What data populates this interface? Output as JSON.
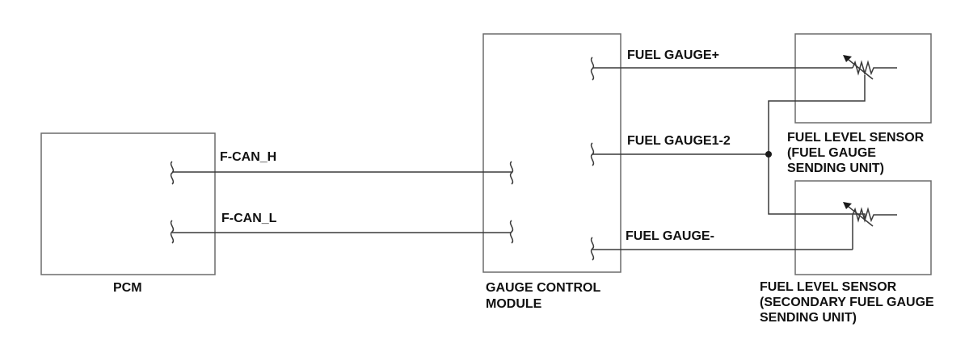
{
  "components": {
    "pcm": {
      "label": "PCM"
    },
    "gauge_control_module": {
      "label_lines": [
        "GAUGE CONTROL",
        "MODULE"
      ]
    },
    "fuel_level_sensor_main": {
      "label_lines": [
        "FUEL LEVEL SENSOR",
        "(FUEL GAUGE",
        "SENDING UNIT)"
      ]
    },
    "fuel_level_sensor_secondary": {
      "label_lines": [
        "FUEL LEVEL SENSOR",
        "(SECONDARY FUEL GAUGE",
        "SENDING UNIT)"
      ]
    }
  },
  "signals": {
    "f_can_h": "F-CAN_H",
    "f_can_l": "F-CAN_L",
    "fuel_gauge_plus": "FUEL GAUGE+",
    "fuel_gauge_1_2": "FUEL GAUGE1-2",
    "fuel_gauge_minus": "FUEL GAUGE-"
  },
  "connections": [
    {
      "from": "PCM",
      "to": "GAUGE CONTROL MODULE",
      "signal": "F-CAN_H"
    },
    {
      "from": "PCM",
      "to": "GAUGE CONTROL MODULE",
      "signal": "F-CAN_L"
    },
    {
      "from": "GAUGE CONTROL MODULE",
      "to": "FUEL LEVEL SENSOR (FUEL GAUGE SENDING UNIT)",
      "signal": "FUEL GAUGE+"
    },
    {
      "from": "GAUGE CONTROL MODULE",
      "to": "FUEL LEVEL SENSOR (FUEL GAUGE SENDING UNIT)",
      "signal": "FUEL GAUGE1-2"
    },
    {
      "from": "GAUGE CONTROL MODULE",
      "to": "FUEL LEVEL SENSOR (SECONDARY FUEL GAUGE SENDING UNIT)",
      "signal": "FUEL GAUGE1-2"
    },
    {
      "from": "GAUGE CONTROL MODULE",
      "to": "FUEL LEVEL SENSOR (SECONDARY FUEL GAUGE SENDING UNIT)",
      "signal": "FUEL GAUGE-"
    }
  ]
}
